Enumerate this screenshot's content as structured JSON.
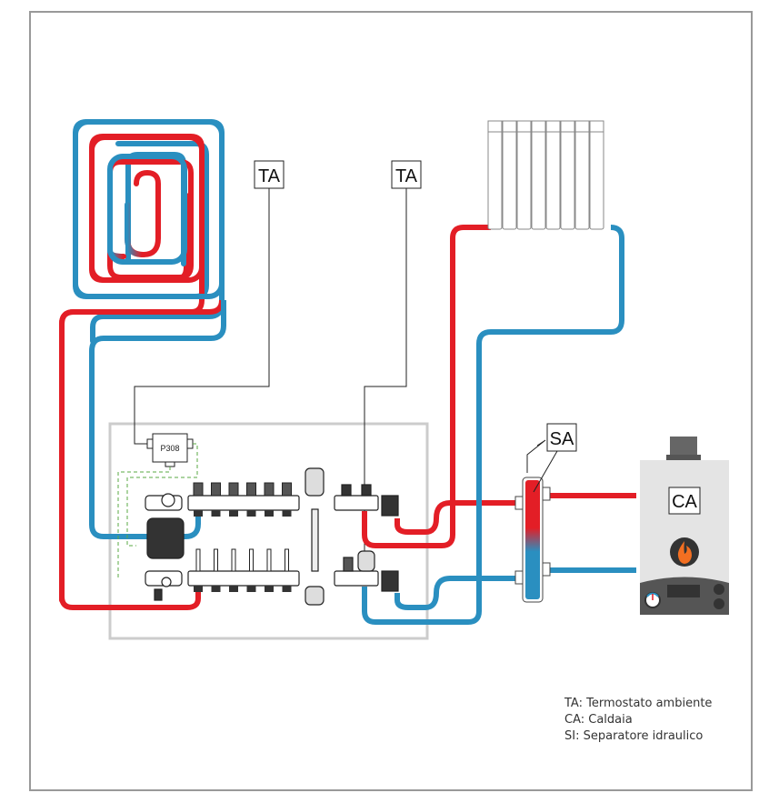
{
  "colors": {
    "hot": "#e31e26",
    "cold": "#2a8fc0",
    "frame": "#999999",
    "manifold_box": "#cccccc",
    "boiler_body": "#e4e4e4",
    "boiler_dark": "#555555",
    "flame": "#f36f21",
    "wire": "#222222",
    "dashed_wire": "#5aa843"
  },
  "labels": {
    "ta_left": "TA",
    "ta_right": "TA",
    "sa": "SA",
    "ca": "CA",
    "controller": "P308"
  },
  "legend": [
    "TA: Termostato ambiente",
    "CA: Caldaia",
    "SI: Separatore idraulico"
  ],
  "components": {
    "manifold_outlets_count": 6,
    "radiator_sections": 8
  }
}
